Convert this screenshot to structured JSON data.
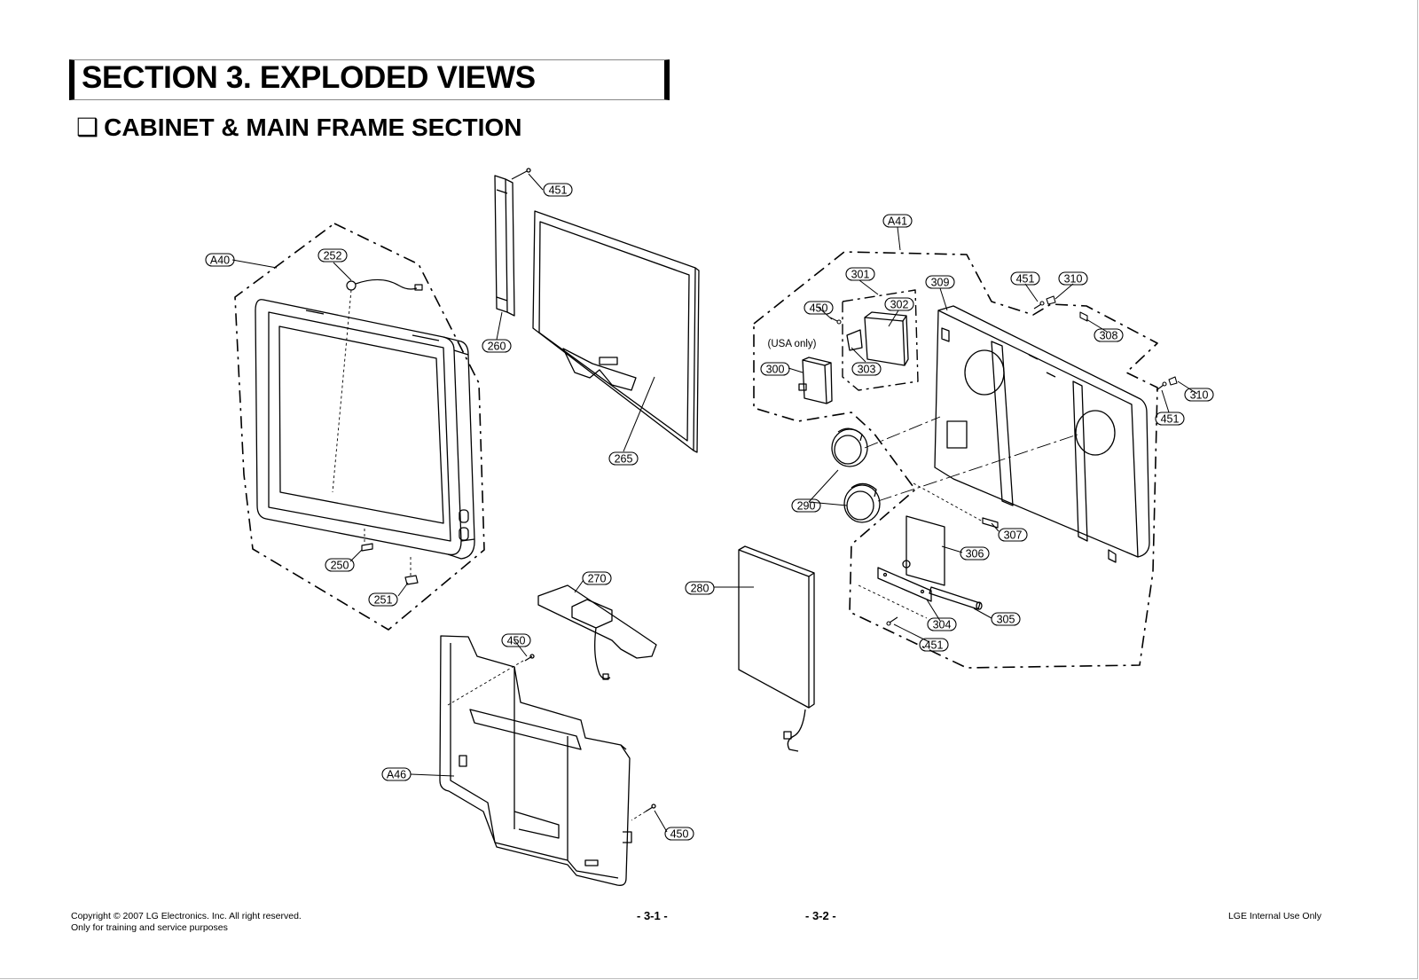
{
  "header": {
    "section_title": "SECTION 3. EXPLODED VIEWS",
    "subsection_glyph": "❑",
    "subsection_title": "CABINET & MAIN FRAME SECTION"
  },
  "diagram": {
    "note_usa_only": "(USA only)",
    "callouts": [
      "A40",
      "252",
      "250",
      "251",
      "451",
      "260",
      "265",
      "A41",
      "301",
      "302",
      "303",
      "450",
      "300",
      "309",
      "451",
      "310",
      "308",
      "310",
      "451",
      "290",
      "306",
      "307",
      "304",
      "305",
      "451",
      "280",
      "270",
      "450",
      "A46",
      "450"
    ]
  },
  "footer": {
    "copyright_line1": "Copyright © 2007 LG Electronics. Inc. All right reserved.",
    "copyright_line2": "Only for training and service purposes",
    "page_left": "- 3-1 -",
    "page_right": "- 3-2 -",
    "internal_use": "LGE Internal Use Only"
  }
}
